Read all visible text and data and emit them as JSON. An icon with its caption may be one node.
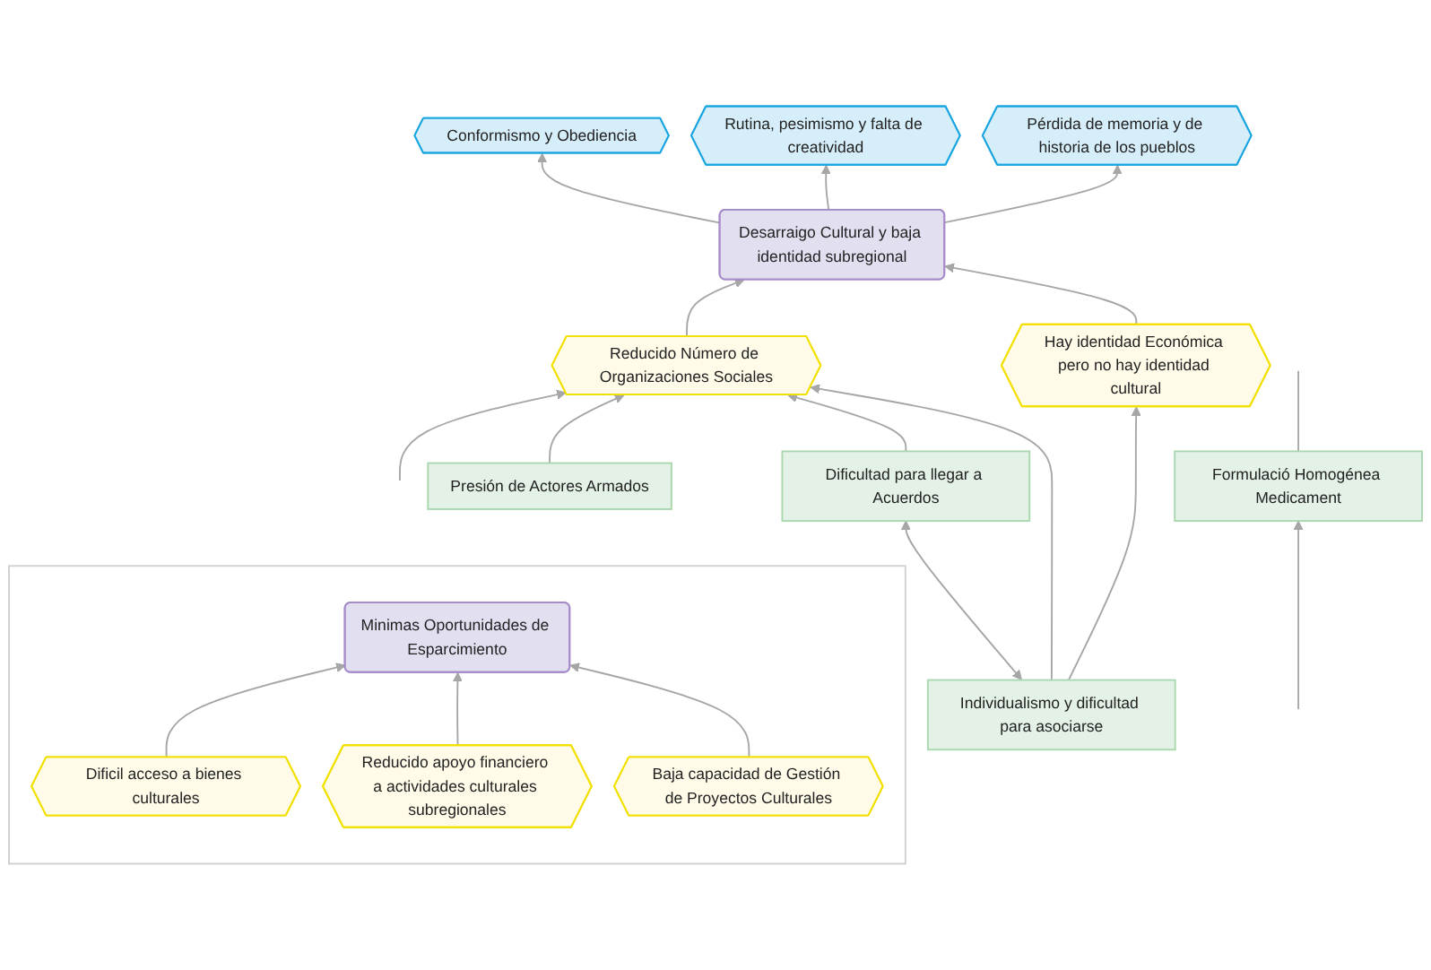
{
  "diagram": {
    "nodes": [
      {
        "text": [
          "Conformismo y Obediencia"
        ]
      },
      {
        "text": [
          "Rutina, pesimismo y falta de creatividad"
        ]
      },
      {
        "text": [
          "Pérdida de memoria y de historia de los pueblos"
        ]
      },
      {
        "text": [
          "Desarraigo Cultural y baja identidad subregional"
        ]
      },
      {
        "text": [
          "Presión de Actores Armados"
        ]
      },
      {
        "text": [
          "Dificultad para llegar a Acuerdos"
        ]
      },
      {
        "text": [
          "Reducido Número de Organizaciones Sociales"
        ]
      },
      {
        "text": [
          "Hay identidad Económica pero no hay identidad cultural"
        ]
      },
      {
        "text": [
          "Individualismo y dificultad para asociarse"
        ]
      },
      {
        "text": [],
        "shape": "box"
      },
      {
        "text": [
          "Minimas Oportunidades de Esparcimiento"
        ],
        "in": 9
      },
      {
        "text": [
          "Dificil acceso a bienes culturales"
        ],
        "in": 9
      },
      {
        "text": [
          "Reducido apoyo financiero a actividades culturales subregionales"
        ],
        "in": 9
      },
      {
        "text": [
          "Baja capacidad de Gestión de Proyectos Culturales"
        ],
        "in": 9
      },
      {
        "text": [
          "Formulació Homogénea Medicament"
        ]
      }
    ],
    "edges": [
      {
        "from": 3,
        "to": 0,
        "arrow": "to"
      },
      {
        "from": 3,
        "to": 1,
        "arrow": "to"
      },
      {
        "from": 3,
        "to": 2,
        "arrow": "to"
      },
      {
        "from": 6,
        "to": 3,
        "arrow": "to"
      },
      {
        "from": 7,
        "to": 3,
        "arrow": "to"
      },
      {
        "from": null,
        "to": 6,
        "arrow": "to"
      },
      {
        "from": 4,
        "to": 6,
        "arrow": "to"
      },
      {
        "from": 5,
        "to": 6,
        "arrow": "to"
      },
      {
        "from": 8,
        "to": 6,
        "arrow": "to"
      },
      {
        "from": 8,
        "to": 7,
        "arrow": "to"
      },
      {
        "from": 8,
        "to": 5,
        "arrow": "both"
      },
      {
        "from": 11,
        "to": 10,
        "arrow": "to"
      },
      {
        "from": 12,
        "to": 10,
        "arrow": "to"
      },
      {
        "from": 13,
        "to": 10,
        "arrow": "to"
      },
      {
        "from": null,
        "to": 14,
        "arrow": "to"
      },
      {
        "from": 14,
        "to": null,
        "arrow": "none"
      }
    ]
  }
}
